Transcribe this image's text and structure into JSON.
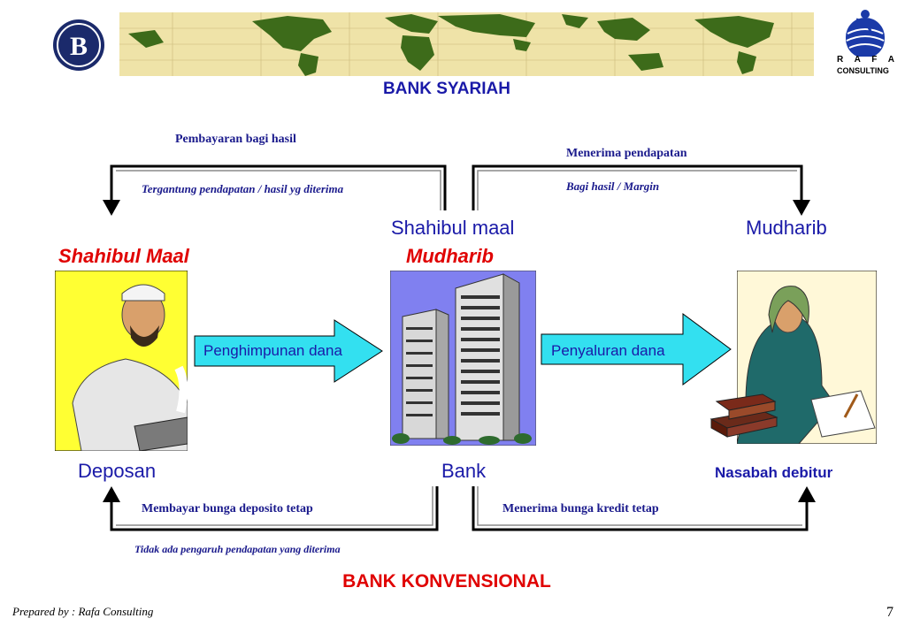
{
  "header": {
    "title_syariah": "BANK SYARIAH",
    "logo_left_letters": "B",
    "logo_right": {
      "rafa": "R A F A",
      "consulting": "CONSULTING"
    }
  },
  "top_flow": {
    "left_label": "Pembayaran bagi hasil",
    "left_sub": "Tergantung pendapatan / hasil yg diterima",
    "right_label": "Menerima pendapatan",
    "right_sub": "Bagi hasil / Margin"
  },
  "roles": {
    "left_red": "Shahibul Maal",
    "center_top": "Shahibul maal",
    "center_red": "Mudharib",
    "right_top": "Mudharib",
    "left_bottom": "Deposan",
    "center_bottom": "Bank",
    "right_bottom": "Nasabah debitur"
  },
  "flows": {
    "collect": "Penghimpunan dana",
    "distribute": "Penyaluran dana"
  },
  "bottom_flow": {
    "left_label": "Membayar bunga deposito tetap",
    "right_label": "Menerima bunga kredit tetap",
    "sub": "Tidak ada pengaruh pendapatan yang diterima"
  },
  "title_konvensional": "BANK KONVENSIONAL",
  "footer": {
    "prepared_by": "Prepared by : Rafa Consulting",
    "page_number": "7"
  },
  "colors": {
    "blue_text": "#1a1aa8",
    "red_text": "#e00000",
    "arrow_fill": "#33e0f0",
    "banner_bg": "#efe3a8",
    "map_green": "#3d6b1a",
    "logo_navy": "#1b2a6b",
    "yellow_panel": "#ffff33",
    "building_bg": "#8080f0"
  }
}
